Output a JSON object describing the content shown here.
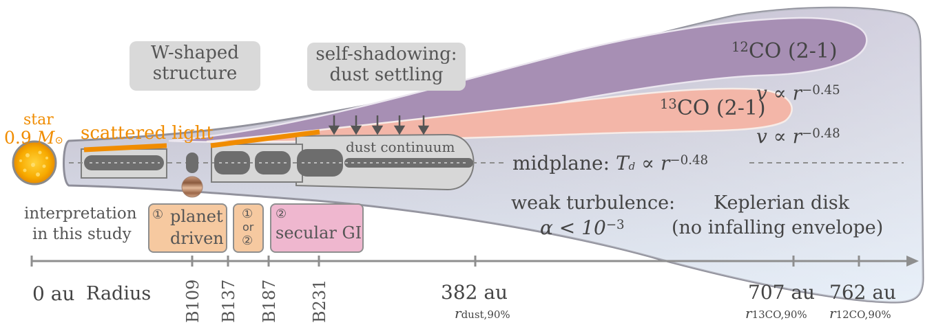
{
  "star": {
    "word": "star",
    "mass_label": "0.9",
    "mass_symbol": "M",
    "mass_sub": "⊙"
  },
  "scattered_light": "scattered light",
  "w_shaped": {
    "line1": "W-shaped",
    "line2": "structure"
  },
  "self_shadowing": {
    "line1": "self-shadowing:",
    "line2": "dust settling"
  },
  "dust_continuum": "dust continuum",
  "co12": {
    "sup": "12",
    "label": "CO (2-1)"
  },
  "co13": {
    "sup": "13",
    "label": "CO (2-1)"
  },
  "velocity12": {
    "lhs": "v ∝ r",
    "exp": "−0.45"
  },
  "velocity13": {
    "lhs": "v ∝ r",
    "exp": "−0.48"
  },
  "midplane": {
    "prefix": "midplane:",
    "lhs": "T",
    "sub": "d",
    "rel": "∝ r",
    "exp": "−0.48"
  },
  "turbulence": {
    "line1": "weak turbulence:",
    "alpha": "α < 10",
    "exp": "−3"
  },
  "keplerian": {
    "line1": "Keplerian disk",
    "line2": "(no infalling envelope)"
  },
  "interpretation": {
    "line1": "interpretation",
    "line2": "in this study"
  },
  "planet_box": {
    "num": "①",
    "line1": "planet",
    "line2": "driven"
  },
  "or_box": {
    "num1": "①",
    "or": "or",
    "num2": "②"
  },
  "gi_box": {
    "num": "②",
    "label": "secular GI"
  },
  "axis": {
    "zero": "0 au",
    "radius": "Radius",
    "rings": [
      "B109",
      "B137",
      "B187",
      "B231"
    ],
    "r382": {
      "value": "382 au",
      "sym": "r",
      "sub": "dust,90%"
    },
    "r707": {
      "value": "707 au",
      "sym": "r",
      "sub": "13CO,90%"
    },
    "r762": {
      "value": "762 au",
      "sym": "r",
      "sub": "12CO,90%"
    }
  },
  "colors": {
    "disk_gray": "#c9c6cf",
    "disk_blue": "#dce7f4",
    "co12_purple": "#a78fb4",
    "co13_salmon": "#f2b5a6",
    "scattered_orange": "#f08c00",
    "ring_gray": "#6e6e6e",
    "star_orange": "#f7a400"
  }
}
